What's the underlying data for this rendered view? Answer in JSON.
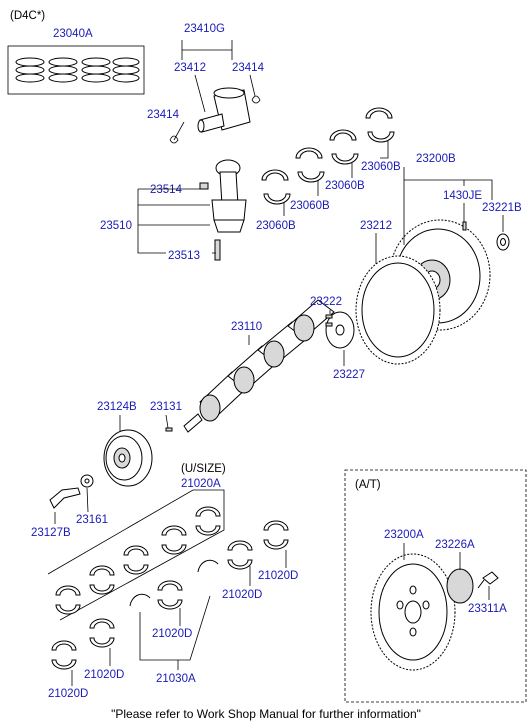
{
  "groups": {
    "d4c": "(D4C*)",
    "usize": "(U/SIZE)",
    "at": "(A/T)"
  },
  "parts": {
    "p23040A": "23040A",
    "p23410G": "23410G",
    "p23412": "23412",
    "p23414a": "23414",
    "p23414b": "23414",
    "p23514": "23514",
    "p23510": "23510",
    "p23513": "23513",
    "p23060Ba": "23060B",
    "p23060Bb": "23060B",
    "p23060Bc": "23060B",
    "p23060Bd": "23060B",
    "p23200B": "23200B",
    "p1430JE": "1430JE",
    "p23221B": "23221B",
    "p23212": "23212",
    "p23222": "23222",
    "p23227": "23227",
    "p23110": "23110",
    "p23124B": "23124B",
    "p23131": "23131",
    "p23127B": "23127B",
    "p23161": "23161",
    "p21020A": "21020A",
    "p21020Da": "21020D",
    "p21020Db": "21020D",
    "p21020Dc": "21020D",
    "p21020Dd": "21020D",
    "p21020De": "21020D",
    "p21030A": "21030A",
    "p23200A": "23200A",
    "p23226A": "23226A",
    "p23311A": "23311A"
  },
  "footer": "\"Please refer to Work Shop Manual for further information\""
}
